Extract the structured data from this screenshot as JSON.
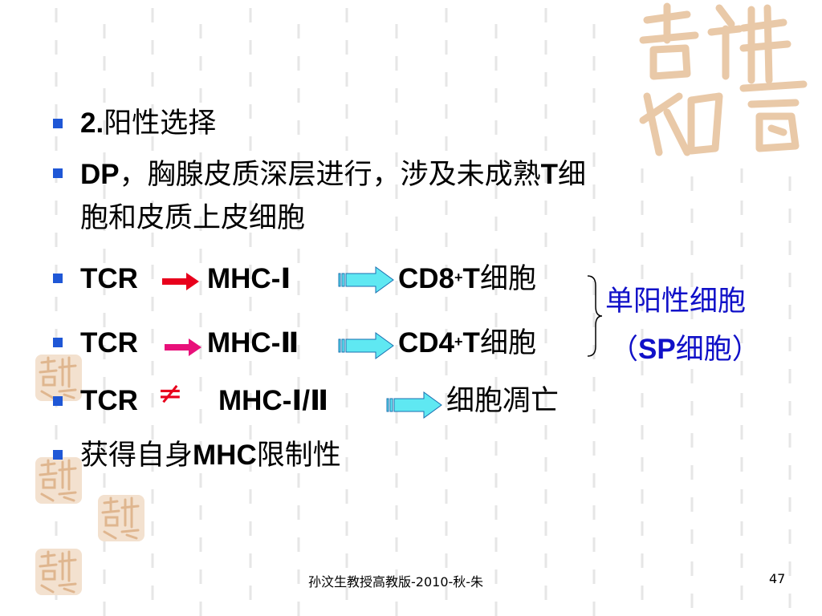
{
  "heading": {
    "num": "2.",
    "text": "阳性选择"
  },
  "bullet2": {
    "pre": "DP",
    "mid": "，胸腺皮质深层进行，涉及未成熟",
    "bold_t": "T",
    "tail": "细",
    "line2": "胞和皮质上皮细胞"
  },
  "row1": {
    "tcr": "TCR",
    "mhc": "MHC-Ⅰ",
    "cd": "CD8",
    "sup": "+",
    "t": "T",
    "cell": "细胞"
  },
  "row2": {
    "tcr": "TCR",
    "mhc": "MHC-Ⅱ",
    "cd": "CD4",
    "sup": "+",
    "t": "T",
    "cell": "细胞"
  },
  "row3": {
    "tcr": "TCR",
    "neq": "≠",
    "mhc": "MHC-Ⅰ/Ⅱ",
    "result": "细胞凋亡"
  },
  "bullet_last": {
    "pre": "获得自身",
    "bold": "MHC",
    "post": "限制性"
  },
  "sp_label": {
    "line1": "单阳性细胞",
    "line2_open": "（",
    "line2_bold": "SP",
    "line2_mid": "细胞",
    "line2_close": "）"
  },
  "footer": {
    "text": "孙汶生教授高教版-2010-秋-朱",
    "page": "47"
  },
  "colors": {
    "bullet": "#1f57d6",
    "red_arrow": "#e8001c",
    "pink_arrow": "#e8107a",
    "cyan_arrow": "#5fe8f2",
    "label_blue": "#1010c8",
    "logo_tan": "#e9c9a8"
  }
}
